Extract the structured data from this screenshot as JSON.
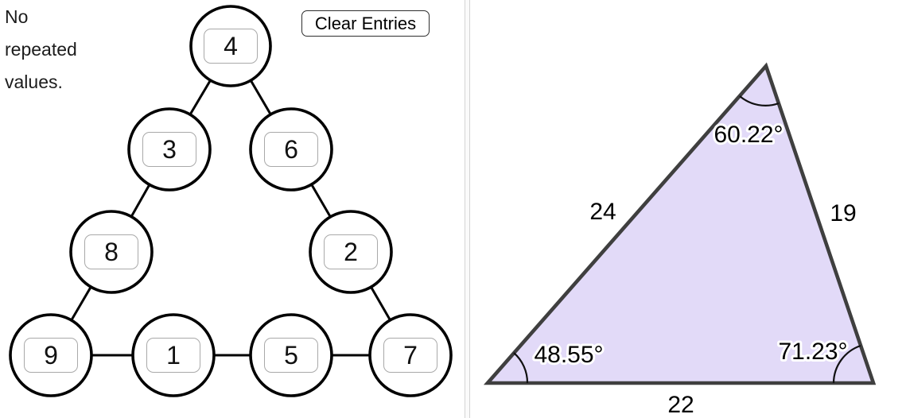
{
  "left_panel": {
    "note": "No repeated values.",
    "clear_button_label": "Clear Entries",
    "nodes": [
      {
        "position": "top",
        "value": "4"
      },
      {
        "position": "row2-left",
        "value": "3"
      },
      {
        "position": "row2-right",
        "value": "6"
      },
      {
        "position": "row3-left",
        "value": "8"
      },
      {
        "position": "row3-right",
        "value": "2"
      },
      {
        "position": "bottom-left",
        "value": "9"
      },
      {
        "position": "bottom-mid1",
        "value": "1"
      },
      {
        "position": "bottom-mid2",
        "value": "5"
      },
      {
        "position": "bottom-right",
        "value": "7"
      }
    ]
  },
  "right_panel": {
    "triangle": {
      "fill_color": "#e2daf8",
      "stroke_color": "#3f3f3f",
      "angles": [
        {
          "vertex": "top",
          "label": "60.22°"
        },
        {
          "vertex": "bottom-left",
          "label": "48.55°"
        },
        {
          "vertex": "bottom-right",
          "label": "71.23°"
        }
      ],
      "sides": [
        {
          "side": "left",
          "label": "24"
        },
        {
          "side": "right",
          "label": "19"
        },
        {
          "side": "bottom",
          "label": "22"
        }
      ]
    }
  }
}
